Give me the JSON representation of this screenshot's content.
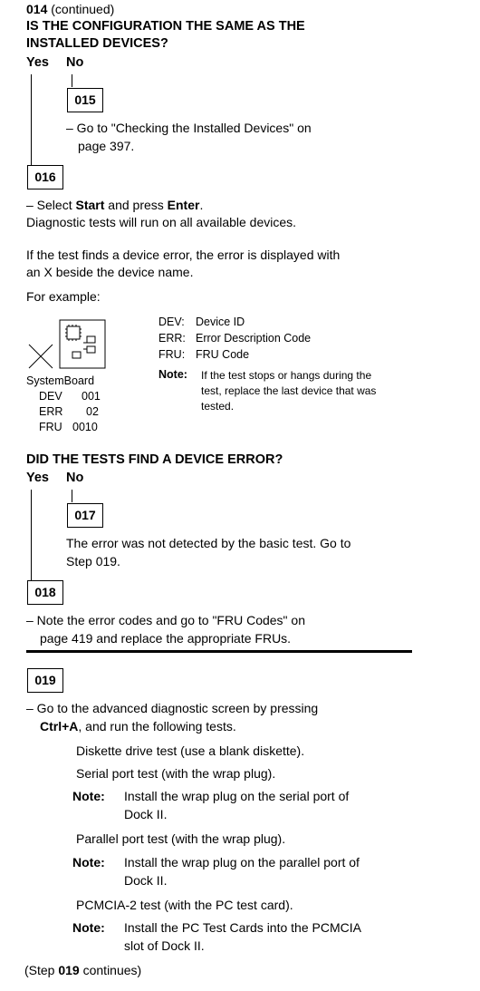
{
  "header": {
    "step_num": "014",
    "continued": " (continued)",
    "question1_line1": "IS THE CONFIGURATION THE SAME AS THE",
    "question1_line2": "INSTALLED DEVICES?"
  },
  "q1": {
    "yes": "Yes",
    "no": "No"
  },
  "s015": {
    "label": "015",
    "line1": "– Go to \"Checking the Installed Devices\" on",
    "line2": "page  397."
  },
  "s016": {
    "label": "016",
    "select_pre": "– Select ",
    "select_start": "Start",
    "select_mid": " and press ",
    "select_enter": "Enter",
    "select_end": ".",
    "line2": "Diagnostic tests will run on all available devices.",
    "line3": "If the test finds a device error, the error is displayed with",
    "line4": "an X beside the device name.",
    "example": "For example:"
  },
  "example": {
    "device": "SystemBoard",
    "dev_label": "DEV",
    "dev_value": "001",
    "err_label": "ERR",
    "err_value": "02",
    "fru_label": "FRU",
    "fru_value": "0010",
    "legend_dev_key": "DEV:",
    "legend_dev_val": "Device ID",
    "legend_err_key": "ERR:",
    "legend_err_val": "Error Description Code",
    "legend_fru_key": "FRU:",
    "legend_fru_val": "FRU Code",
    "note_label": "Note:",
    "note_line1": "If the test stops or hangs during the",
    "note_line2": "test, replace the last device that was",
    "note_line3": "tested."
  },
  "question2": "DID THE TESTS FIND A DEVICE ERROR?",
  "q2": {
    "yes": "Yes",
    "no": "No"
  },
  "s017": {
    "label": "017",
    "line1": "The error was not detected by the basic test.  Go to",
    "line2": "Step 019."
  },
  "s018": {
    "label": "018",
    "line1": "– Note the error codes and go to \"FRU Codes\" on",
    "line2": "page  419 and replace the appropriate FRUs."
  },
  "s019": {
    "label": "019",
    "line1": "– Go to the advanced diagnostic screen by pressing",
    "ctrl": "Ctrl+A",
    "line2_rest": ", and run the following tests.",
    "test1": "Diskette drive test (use a blank diskette).",
    "test2": "Serial port test (with the wrap plug).",
    "note_label": "Note:",
    "note2_line1": "Install the wrap plug on the serial port of",
    "note2_line2": "Dock II.",
    "test3": "Parallel port test (with the wrap plug).",
    "note3_line1": "Install the wrap plug on the parallel port of",
    "note3_line2": "Dock II.",
    "test4": "PCMCIA-2 test (with the PC test card).",
    "note4_line1": "Install the PC Test Cards into the PCMCIA",
    "note4_line2": "slot of Dock II."
  },
  "footer": {
    "pre": "(Step ",
    "step": "019",
    "post": " continues)"
  }
}
